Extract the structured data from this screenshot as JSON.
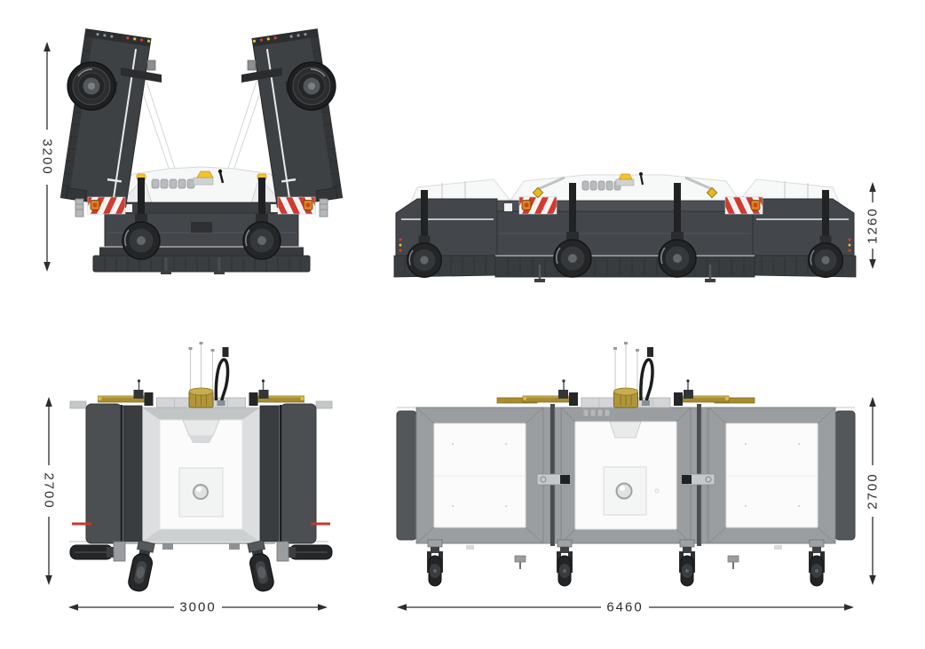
{
  "drawing": {
    "background": "#ffffff",
    "views": {
      "front_transport": {
        "height_label": "3200"
      },
      "front_working": {
        "height_label": "1260"
      },
      "top_transport": {
        "depth_label": "2700",
        "width_label": "3000"
      },
      "top_working": {
        "depth_label": "2700",
        "width_label": "6460"
      }
    },
    "colors": {
      "dimension_ink": "#2d2d2d",
      "body_dark": "#3f4245",
      "skirt_dark": "#393c3f",
      "hazard_red": "#d23a2e",
      "lamp_orange": "#e0801c",
      "accent_yellow": "#f0c230",
      "brass_gold": "#b0953a",
      "cover_white": "#f7f8f8",
      "frame_gray": "#9b9ea1",
      "tire_black": "#1f2123"
    }
  }
}
